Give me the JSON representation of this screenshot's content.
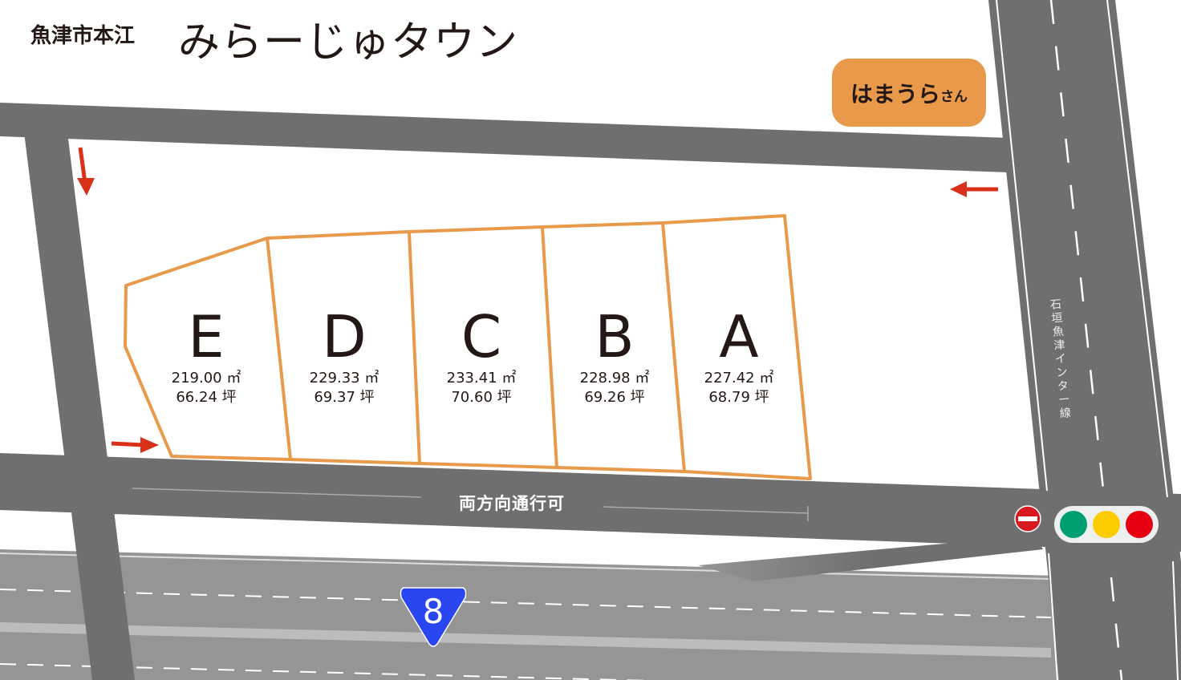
{
  "header": {
    "city": "魚津市本江",
    "title": "みらーじゅタウン"
  },
  "landmark": {
    "name": "はまうら",
    "suffix": "さん"
  },
  "lots": [
    {
      "label": "E",
      "area_m2": "219.00 ㎡",
      "area_tsubo": "66.24 坪"
    },
    {
      "label": "D",
      "area_m2": "229.33 ㎡",
      "area_tsubo": "69.37 坪"
    },
    {
      "label": "C",
      "area_m2": "233.41 ㎡",
      "area_tsubo": "70.60 坪"
    },
    {
      "label": "B",
      "area_m2": "228.98 ㎡",
      "area_tsubo": "69.26 坪"
    },
    {
      "label": "A",
      "area_m2": "227.42 ㎡",
      "area_tsubo": "68.79 坪"
    }
  ],
  "roads": {
    "middle": "両方向通行可",
    "right": "石垣魚津インター線",
    "route_number": "8"
  },
  "colors": {
    "road": "#6f6f6f",
    "highway": "#959595",
    "lot_border": "#e89a4a",
    "arrow": "#d9301a",
    "route_sign": "#2a46f0",
    "signal_green": "#009e73",
    "signal_yellow": "#fccb00",
    "signal_red": "#e60012"
  }
}
